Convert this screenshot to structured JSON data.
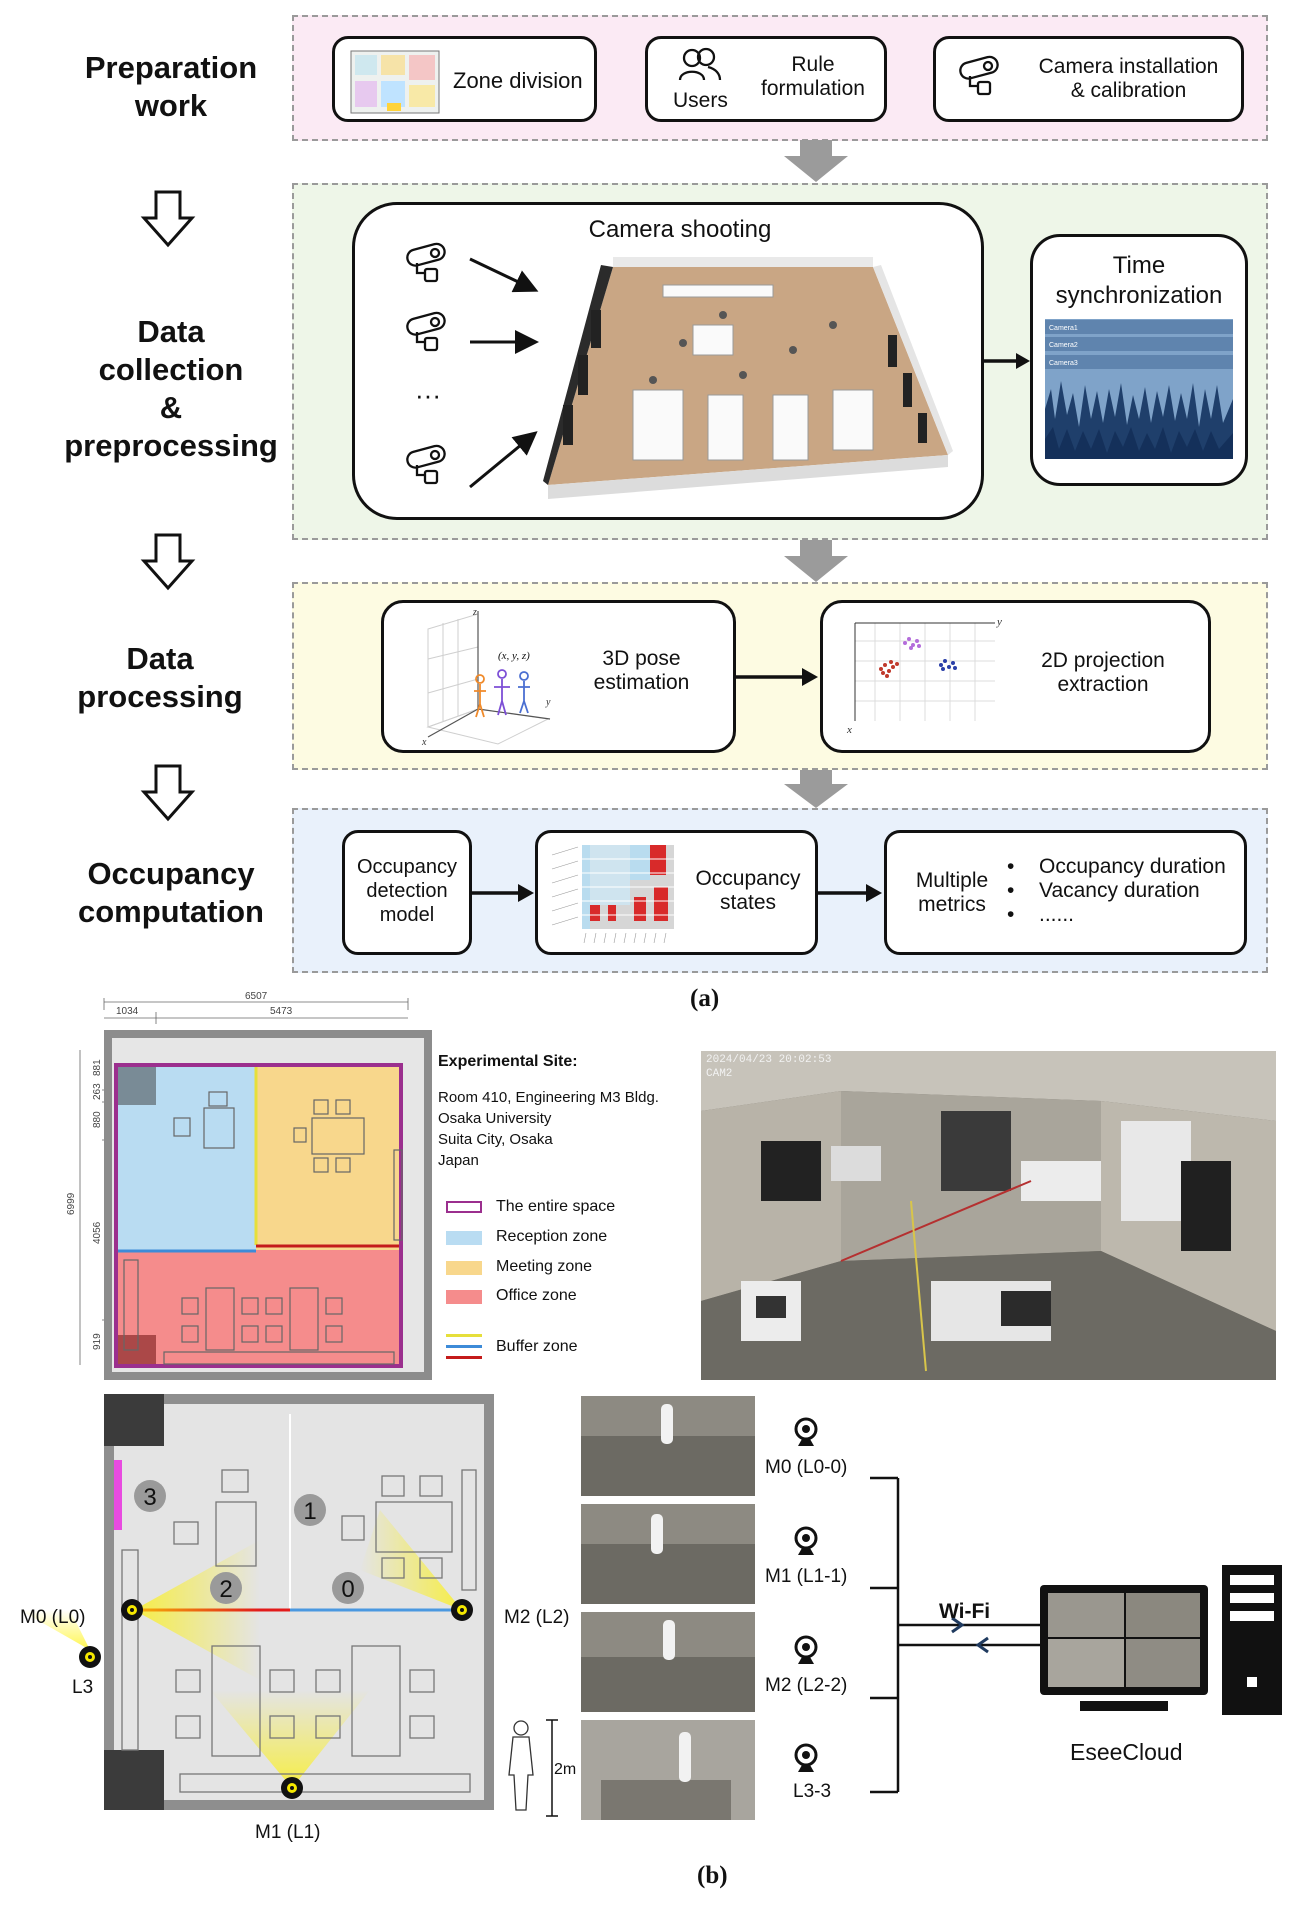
{
  "a": {
    "stages": [
      {
        "line1": "Preparation",
        "line2": "work"
      },
      {
        "line1": "Data",
        "line2": "collection",
        "line3": "&",
        "line4": "preprocessing"
      },
      {
        "line1": "Data",
        "line2": "processing"
      },
      {
        "line1": "Occupancy",
        "line2": "computation"
      }
    ],
    "prep": {
      "zone_division": "Zone division",
      "users": "Users",
      "rule_formulation_1": "Rule",
      "rule_formulation_2": "formulation",
      "camera_install_1": "Camera installation",
      "camera_install_2": "& calibration"
    },
    "collection": {
      "camera_shooting": "Camera shooting",
      "ellipsis": "···",
      "time_sync_1": "Time",
      "time_sync_2": "synchronization",
      "track_labels": [
        "Camera1",
        "Camera2",
        "Camera3"
      ]
    },
    "processing": {
      "pose_1": "3D pose",
      "pose_2": "estimation",
      "pose_coord": "(x, y, z)",
      "axis_z": "z",
      "axis_y": "y",
      "axis_x": "x",
      "proj_1": "2D projection",
      "proj_2": "extraction",
      "proj_axis_y": "y",
      "proj_axis_x": "x"
    },
    "computation": {
      "model_1": "Occupancy",
      "model_2": "detection",
      "model_3": "model",
      "states_1": "Occupancy",
      "states_2": "states",
      "metrics_1": "Multiple",
      "metrics_2": "metrics",
      "bullets": [
        "Occupancy duration",
        "Vacancy duration",
        "......"
      ]
    },
    "caption": "(a)"
  },
  "b": {
    "dims": {
      "top_total": "6507",
      "top_left": "1034",
      "top_right": "5473",
      "left_total": "6999",
      "left_1": "881",
      "left_2": "263",
      "left_3": "880",
      "left_4": "4056",
      "left_5": "919"
    },
    "site_title": "Experimental Site:",
    "site_lines": [
      "Room 410, Engineering M3 Bldg.",
      "Osaka University",
      "Suita City, Osaka",
      "Japan"
    ],
    "legend": [
      {
        "label": "The entire space",
        "color": "#9b2f8e"
      },
      {
        "label": "Reception zone",
        "color": "#b9dcf2"
      },
      {
        "label": "Meeting zone",
        "color": "#f8d78c"
      },
      {
        "label": "Office zone",
        "color": "#f58c8c"
      },
      {
        "label": "Buffer zone",
        "color": "#e6df3b"
      }
    ],
    "photo_timestamp": "2024/04/23 20:02:53",
    "photo_cam": "CAM2",
    "plan": {
      "zone_numbers": [
        "3",
        "1",
        "2",
        "0"
      ],
      "cam_m0": "M0 (L0)",
      "cam_m2": "M2 (L2)",
      "cam_l3": "L3",
      "cam_m1": "M1 (L1)",
      "height": "2m"
    },
    "streams": [
      "M0 (L0-0)",
      "M1 (L1-1)",
      "M2 (L2-2)",
      "L3-3"
    ],
    "wifi": "Wi-Fi",
    "cloud": "EseeCloud",
    "caption": "(b)"
  }
}
